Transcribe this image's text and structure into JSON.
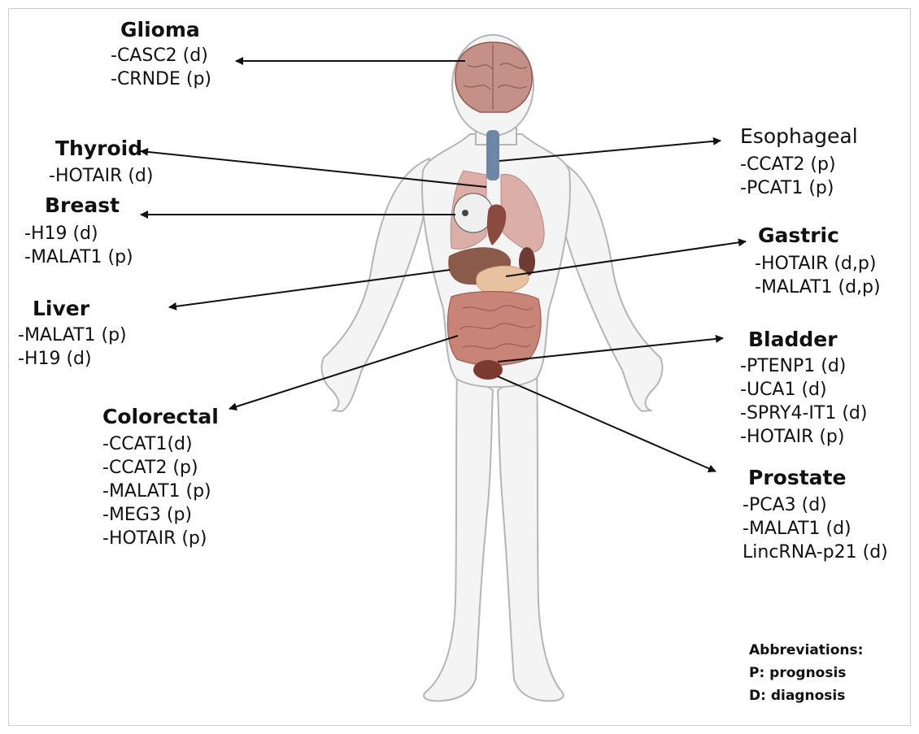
{
  "groups": {
    "glioma": {
      "title": "Glioma",
      "items": [
        "-CASC2 (d)",
        "-CRNDE (p)"
      ]
    },
    "thyroid": {
      "title": "Thyroid",
      "items": [
        "-HOTAIR (d)"
      ]
    },
    "breast": {
      "title": "Breast",
      "items": [
        "-H19 (d)",
        "-MALAT1 (p)"
      ]
    },
    "liver": {
      "title": "Liver",
      "items": [
        "-MALAT1 (p)",
        "-H19 (d)"
      ]
    },
    "colorectal": {
      "title": "Colorectal",
      "items": [
        "-CCAT1(d)",
        "-CCAT2 (p)",
        "-MALAT1 (p)",
        "-MEG3 (p)",
        "-HOTAIR (p)"
      ]
    },
    "esophageal": {
      "title": "Esophageal",
      "items": [
        "-CCAT2 (p)",
        "-PCAT1 (p)"
      ]
    },
    "gastric": {
      "title": "Gastric",
      "items": [
        "-HOTAIR (d,p)",
        "-MALAT1 (d,p)"
      ]
    },
    "bladder": {
      "title": "Bladder",
      "items": [
        "-PTENP1 (d)",
        "-UCA1 (d)",
        "-SPRY4-IT1 (d)",
        "-HOTAIR (p)"
      ]
    },
    "prostate": {
      "title": "Prostate",
      "items": [
        "-PCA3 (d)",
        "-MALAT1 (d)",
        "LincRNA-p21 (d)"
      ]
    }
  },
  "abbreviations": {
    "heading": "Abbreviations:",
    "lines": [
      "P: prognosis",
      "D: diagnosis"
    ]
  },
  "colors": {
    "body_fill": "#f4f4f4",
    "body_outline": "#b5b5b5",
    "brain": "#c49088",
    "trachea": "#6e86a6",
    "lung": "#dcaea8",
    "liver": "#8a5a4a",
    "intestine": "#c98478",
    "stomach": "#e8c2a0",
    "bladder": "#7a3a30",
    "arrow": "#111111"
  }
}
